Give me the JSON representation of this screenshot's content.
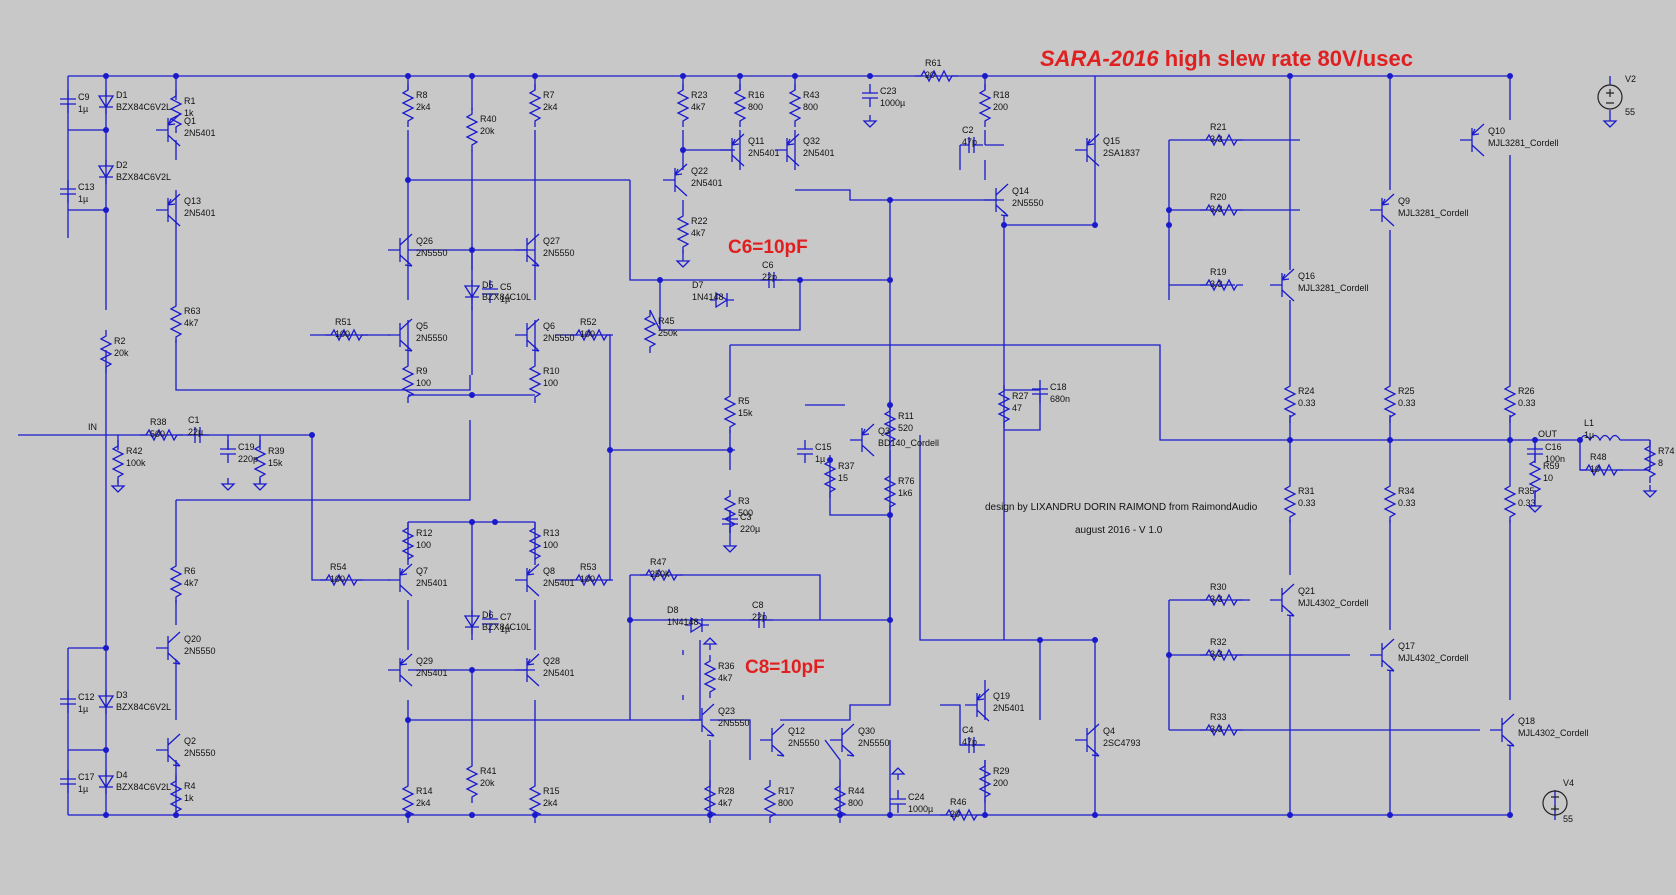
{
  "title": {
    "italic": "SARA-2016",
    "rest": " high slew rate 80V/usec"
  },
  "notes": {
    "c6": "C6=10pF",
    "c8": "C8=10pF",
    "credit": "design by LIXANDRU DORIN RAIMOND from RaimondAudio",
    "version": "august 2016 - V 1.0"
  },
  "net_labels": {
    "in": "IN",
    "out": "OUT"
  },
  "supplies": [
    {
      "ref": "V2",
      "value": "55"
    },
    {
      "ref": "V4",
      "value": "55"
    }
  ],
  "resistors": [
    {
      "ref": "R1",
      "value": "1k"
    },
    {
      "ref": "R8",
      "value": "2k4"
    },
    {
      "ref": "R40",
      "value": "20k"
    },
    {
      "ref": "R7",
      "value": "2k4"
    },
    {
      "ref": "R23",
      "value": "4k7"
    },
    {
      "ref": "R16",
      "value": "800"
    },
    {
      "ref": "R43",
      "value": "800"
    },
    {
      "ref": "R61",
      "value": "20"
    },
    {
      "ref": "R18",
      "value": "200"
    },
    {
      "ref": "R22",
      "value": "4k7"
    },
    {
      "ref": "R21",
      "value": "3.3"
    },
    {
      "ref": "R20",
      "value": "3.3"
    },
    {
      "ref": "R19",
      "value": "3.3"
    },
    {
      "ref": "R63",
      "value": "4k7"
    },
    {
      "ref": "R2",
      "value": "20k"
    },
    {
      "ref": "R51",
      "value": "100"
    },
    {
      "ref": "R52",
      "value": "100"
    },
    {
      "ref": "R9",
      "value": "100"
    },
    {
      "ref": "R10",
      "value": "100"
    },
    {
      "ref": "R45",
      "value": "250k"
    },
    {
      "ref": "R5",
      "value": "15k"
    },
    {
      "ref": "R11",
      "value": "520"
    },
    {
      "ref": "R27",
      "value": "47"
    },
    {
      "ref": "R24",
      "value": "0.33"
    },
    {
      "ref": "R25",
      "value": "0.33"
    },
    {
      "ref": "R26",
      "value": "0.33"
    },
    {
      "ref": "R38",
      "value": "500"
    },
    {
      "ref": "R42",
      "value": "100k"
    },
    {
      "ref": "R39",
      "value": "15k"
    },
    {
      "ref": "R37",
      "value": "15"
    },
    {
      "ref": "R76",
      "value": "1k6"
    },
    {
      "ref": "R3",
      "value": "500"
    },
    {
      "ref": "R48",
      "value": "10"
    },
    {
      "ref": "R74",
      "value": "8"
    },
    {
      "ref": "R59",
      "value": "10"
    },
    {
      "ref": "R31",
      "value": "0.33"
    },
    {
      "ref": "R34",
      "value": "0.33"
    },
    {
      "ref": "R35",
      "value": "0.33"
    },
    {
      "ref": "R6",
      "value": "4k7"
    },
    {
      "ref": "R12",
      "value": "100"
    },
    {
      "ref": "R13",
      "value": "100"
    },
    {
      "ref": "R54",
      "value": "100"
    },
    {
      "ref": "R53",
      "value": "100"
    },
    {
      "ref": "R47",
      "value": "250k"
    },
    {
      "ref": "R36",
      "value": "4k7"
    },
    {
      "ref": "R30",
      "value": "3.3"
    },
    {
      "ref": "R32",
      "value": "3.3"
    },
    {
      "ref": "R33",
      "value": "3.3"
    },
    {
      "ref": "R4",
      "value": "1k"
    },
    {
      "ref": "R14",
      "value": "2k4"
    },
    {
      "ref": "R41",
      "value": "20k"
    },
    {
      "ref": "R15",
      "value": "2k4"
    },
    {
      "ref": "R28",
      "value": "4k7"
    },
    {
      "ref": "R17",
      "value": "800"
    },
    {
      "ref": "R44",
      "value": "800"
    },
    {
      "ref": "R46",
      "value": "20"
    },
    {
      "ref": "R29",
      "value": "200"
    }
  ],
  "capacitors": [
    {
      "ref": "C9",
      "value": "1µ"
    },
    {
      "ref": "C13",
      "value": "1µ"
    },
    {
      "ref": "C5",
      "value": "1µ"
    },
    {
      "ref": "C23",
      "value": "1000µ"
    },
    {
      "ref": "C2",
      "value": "47p"
    },
    {
      "ref": "C6",
      "value": "22p"
    },
    {
      "ref": "C15",
      "value": "1µ"
    },
    {
      "ref": "C18",
      "value": "680n"
    },
    {
      "ref": "C1",
      "value": "22µ"
    },
    {
      "ref": "C19",
      "value": "220p"
    },
    {
      "ref": "C3",
      "value": "220µ"
    },
    {
      "ref": "C16",
      "value": "100n"
    },
    {
      "ref": "C7",
      "value": "1µ"
    },
    {
      "ref": "C8",
      "value": "22p"
    },
    {
      "ref": "C12",
      "value": "1µ"
    },
    {
      "ref": "C17",
      "value": "1µ"
    },
    {
      "ref": "C4",
      "value": "47p"
    },
    {
      "ref": "C24",
      "value": "1000µ"
    }
  ],
  "diodes": [
    {
      "ref": "D1",
      "value": "BZX84C6V2L"
    },
    {
      "ref": "D2",
      "value": "BZX84C6V2L"
    },
    {
      "ref": "D5",
      "value": "BZX84C10L"
    },
    {
      "ref": "D7",
      "value": "1N4148"
    },
    {
      "ref": "D6",
      "value": "BZX84C10L"
    },
    {
      "ref": "D8",
      "value": "1N4148"
    },
    {
      "ref": "D3",
      "value": "BZX84C6V2L"
    },
    {
      "ref": "D4",
      "value": "BZX84C6V2L"
    }
  ],
  "transistors": [
    {
      "ref": "Q1",
      "value": "2N5401"
    },
    {
      "ref": "Q13",
      "value": "2N5401"
    },
    {
      "ref": "Q26",
      "value": "2N5550"
    },
    {
      "ref": "Q27",
      "value": "2N5550"
    },
    {
      "ref": "Q5",
      "value": "2N5550"
    },
    {
      "ref": "Q6",
      "value": "2N5550"
    },
    {
      "ref": "Q11",
      "value": "2N5401"
    },
    {
      "ref": "Q22",
      "value": "2N5401"
    },
    {
      "ref": "Q32",
      "value": "2N5401"
    },
    {
      "ref": "Q14",
      "value": "2N5550"
    },
    {
      "ref": "Q15",
      "value": "2SA1837"
    },
    {
      "ref": "Q10",
      "value": "MJL3281_Cordell"
    },
    {
      "ref": "Q9",
      "value": "MJL3281_Cordell"
    },
    {
      "ref": "Q16",
      "value": "MJL3281_Cordell"
    },
    {
      "ref": "Q3",
      "value": "BD140_Cordell"
    },
    {
      "ref": "Q7",
      "value": "2N5401"
    },
    {
      "ref": "Q8",
      "value": "2N5401"
    },
    {
      "ref": "Q29",
      "value": "2N5401"
    },
    {
      "ref": "Q28",
      "value": "2N5401"
    },
    {
      "ref": "Q20",
      "value": "2N5550"
    },
    {
      "ref": "Q2",
      "value": "2N5550"
    },
    {
      "ref": "Q23",
      "value": "2N5550"
    },
    {
      "ref": "Q12",
      "value": "2N5550"
    },
    {
      "ref": "Q30",
      "value": "2N5550"
    },
    {
      "ref": "Q19",
      "value": "2N5401"
    },
    {
      "ref": "Q4",
      "value": "2SC4793"
    },
    {
      "ref": "Q21",
      "value": "MJL4302_Cordell"
    },
    {
      "ref": "Q17",
      "value": "MJL4302_Cordell"
    },
    {
      "ref": "Q18",
      "value": "MJL4302_Cordell"
    }
  ],
  "inductors": [
    {
      "ref": "L1",
      "value": "1µ"
    }
  ]
}
